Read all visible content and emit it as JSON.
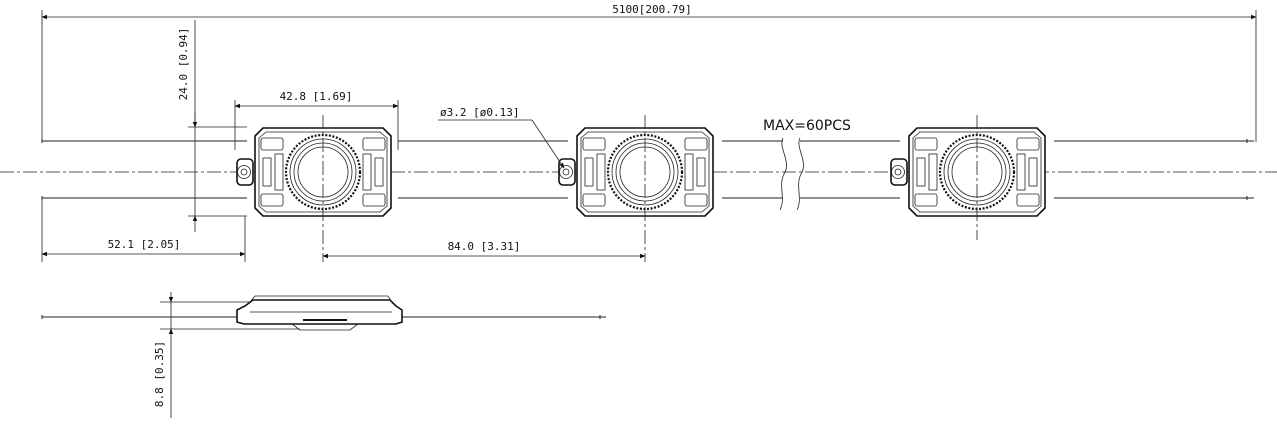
{
  "dimensions": {
    "total_length": "5100[200.79]",
    "height": "24.0 [0.94]",
    "module_width": "42.8 [1.69]",
    "mount_hole": "ø3.2 [ø0.13]",
    "lead_to_module": "52.1 [2.05]",
    "pitch": "84.0 [3.31]",
    "thickness": "8.8 [0.35]"
  },
  "note": "MAX=60PCS",
  "colors": {
    "line": "#222222",
    "background": "#ffffff"
  }
}
